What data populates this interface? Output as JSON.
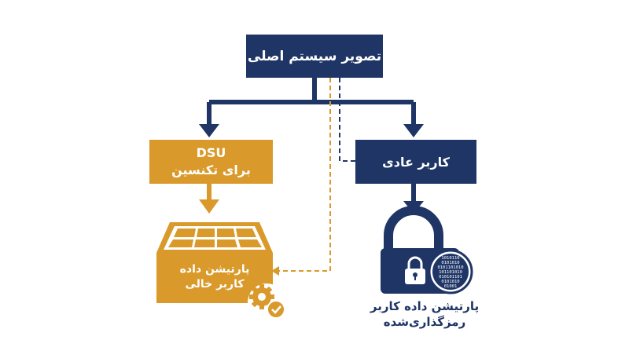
{
  "nodes": {
    "main_system": "تصویر سیستم اصلی",
    "dsu_title": "DSU",
    "dsu_subtitle": "برای تکنسین",
    "normal_user": "کاربر عادی",
    "empty_partition_line1": "پارتیشن داده",
    "empty_partition_line2": "کاربر خالی",
    "encrypted_partition_line1": "پارتیشن داده کاربر",
    "encrypted_partition_line2": "رمزگذاری‌شده"
  },
  "binary_digits": [
    "1010110",
    "0101010",
    "0101101010",
    "101101010",
    "010101101",
    "0101010",
    "01001"
  ],
  "colors": {
    "navy": "#1f3566",
    "gold": "#d99a2b",
    "white": "#ffffff"
  },
  "icons": [
    "lock-icon",
    "small-lock-icon",
    "binary-circle-icon",
    "solar-disk-icon",
    "gear-check-icon"
  ]
}
